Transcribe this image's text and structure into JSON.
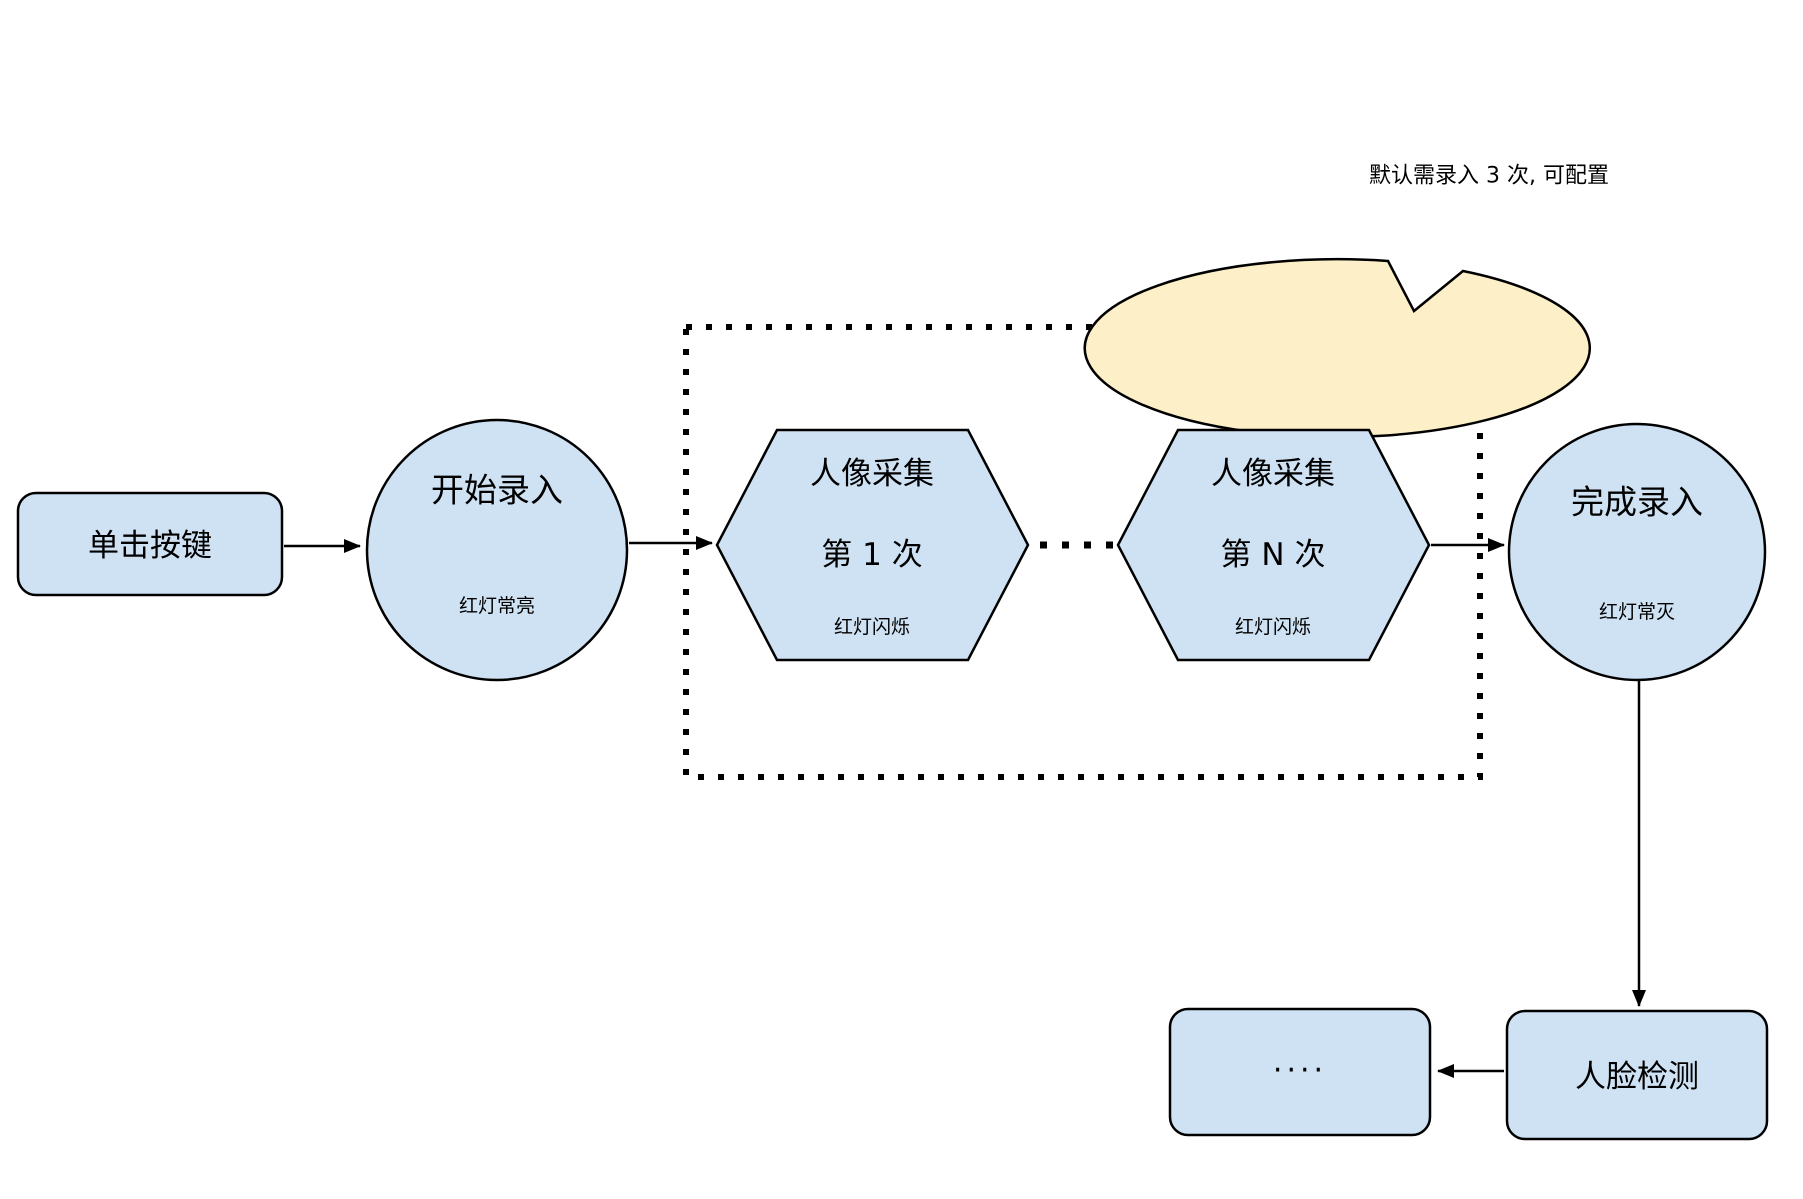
{
  "diagram": {
    "description": "face-enrollment-flowchart",
    "colors": {
      "node_fill": "#cfe2f3",
      "node_stroke": "#000000",
      "callout_fill": "#fdf0c9",
      "callout_stroke": "#000000",
      "background": "#ffffff",
      "connector": "#000000"
    },
    "nodes": {
      "click_button": {
        "label": "单击按键"
      },
      "start_enroll": {
        "label": "开始录入",
        "sublabel": "红灯常亮"
      },
      "capture_first": {
        "line1": "人像采集",
        "line2": "第 1 次",
        "sublabel": "红灯闪烁"
      },
      "capture_nth": {
        "line1": "人像采集",
        "line2": "第 N 次",
        "sublabel": "红灯闪烁"
      },
      "finish_enroll": {
        "label": "完成录入",
        "sublabel": "红灯常灭"
      },
      "face_detect": {
        "label": "人脸检测"
      },
      "continuation": {
        "label": "...."
      }
    },
    "callout": {
      "text": "默认需录入 3 次, 可配置"
    },
    "ellipsis_connector": "····"
  }
}
